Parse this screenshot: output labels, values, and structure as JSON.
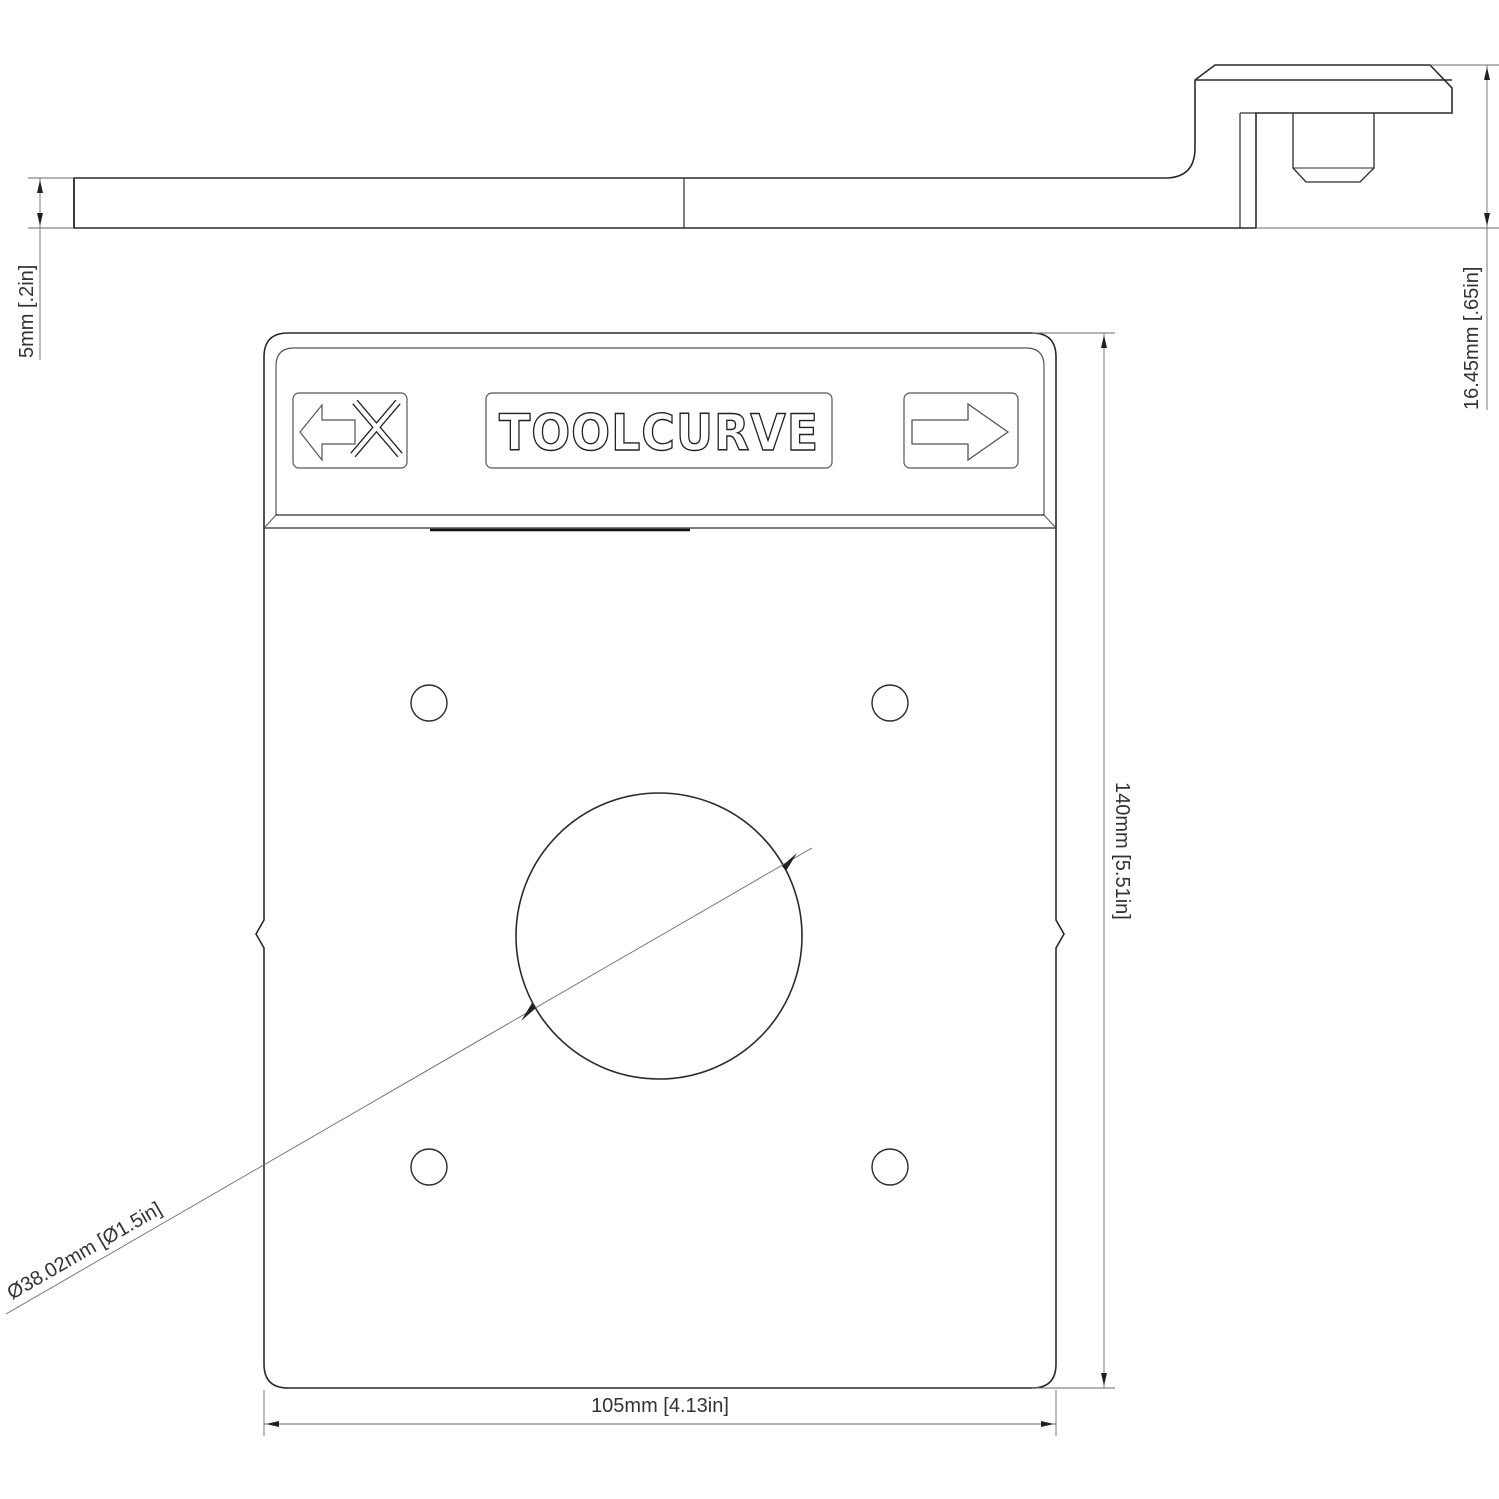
{
  "drawing": {
    "views": {
      "side_view": {
        "label": "side-profile"
      },
      "top_view": {
        "label": "plan-view"
      }
    },
    "logo": {
      "text": "TOOLCURVE",
      "left_icon": "arrow-left-crossed-icon",
      "right_icon": "arrow-right-icon"
    },
    "dimensions": {
      "thickness": "5mm [.2in]",
      "total_height": "16.45mm [.65in]",
      "length": "140mm [5.51in]",
      "width": "105mm [4.13in]",
      "hole_diameter": "Ø38.02mm [Ø1.5in]"
    },
    "colors": {
      "line": "#2a2a2a",
      "dimension_line": "#6a6a6a",
      "background": "#ffffff"
    }
  }
}
